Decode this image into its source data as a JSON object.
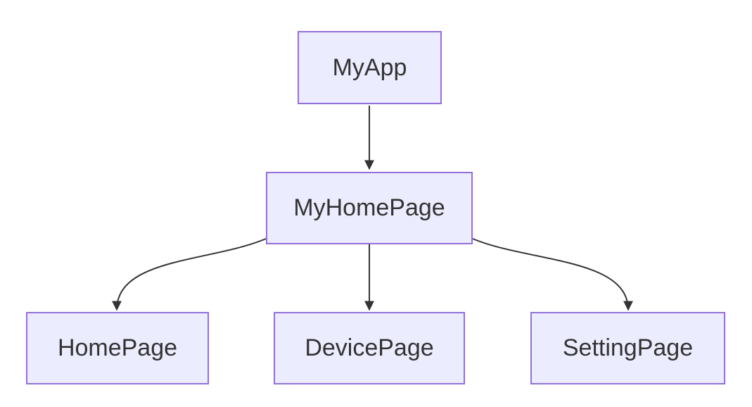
{
  "diagram": {
    "type": "flowchart",
    "direction": "top-down",
    "nodes": [
      {
        "id": "MyApp",
        "label": "MyApp"
      },
      {
        "id": "MyHomePage",
        "label": "MyHomePage"
      },
      {
        "id": "HomePage",
        "label": "HomePage"
      },
      {
        "id": "DevicePage",
        "label": "DevicePage"
      },
      {
        "id": "SettingPage",
        "label": "SettingPage"
      }
    ],
    "edges": [
      {
        "from": "MyApp",
        "to": "MyHomePage",
        "style": "arrow"
      },
      {
        "from": "MyHomePage",
        "to": "HomePage",
        "style": "arrow"
      },
      {
        "from": "MyHomePage",
        "to": "DevicePage",
        "style": "arrow"
      },
      {
        "from": "MyHomePage",
        "to": "SettingPage",
        "style": "arrow"
      }
    ],
    "colors": {
      "node_fill": "#ECECFF",
      "node_border": "#9370DB",
      "edge": "#333333",
      "background": "#FFFFFF",
      "text": "#333333"
    }
  }
}
